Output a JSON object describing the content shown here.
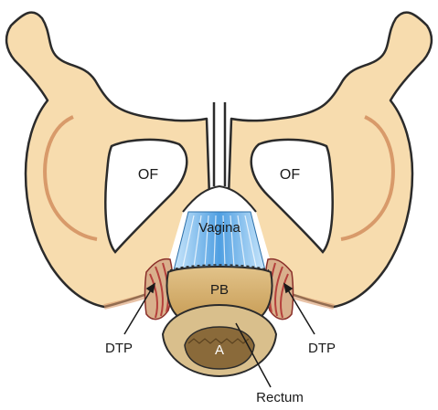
{
  "labels": {
    "obturator_foramen_left": "OF",
    "obturator_foramen_right": "OF",
    "vagina": "Vagina",
    "perineal_body": "PB",
    "anus": "A",
    "dtp_left": "DTP",
    "dtp_right": "DTP",
    "rectum": "Rectum"
  },
  "colors": {
    "bone_fill": "#f7dcae",
    "bone_outline": "#2b2b2b",
    "bone_shadow": "#d89a6a",
    "vagina_blue": "#5aa8e6",
    "perineal_body": "#d4ad6a",
    "muscle_red": "#b5403c",
    "anus_brown": "#8a6a3a"
  }
}
